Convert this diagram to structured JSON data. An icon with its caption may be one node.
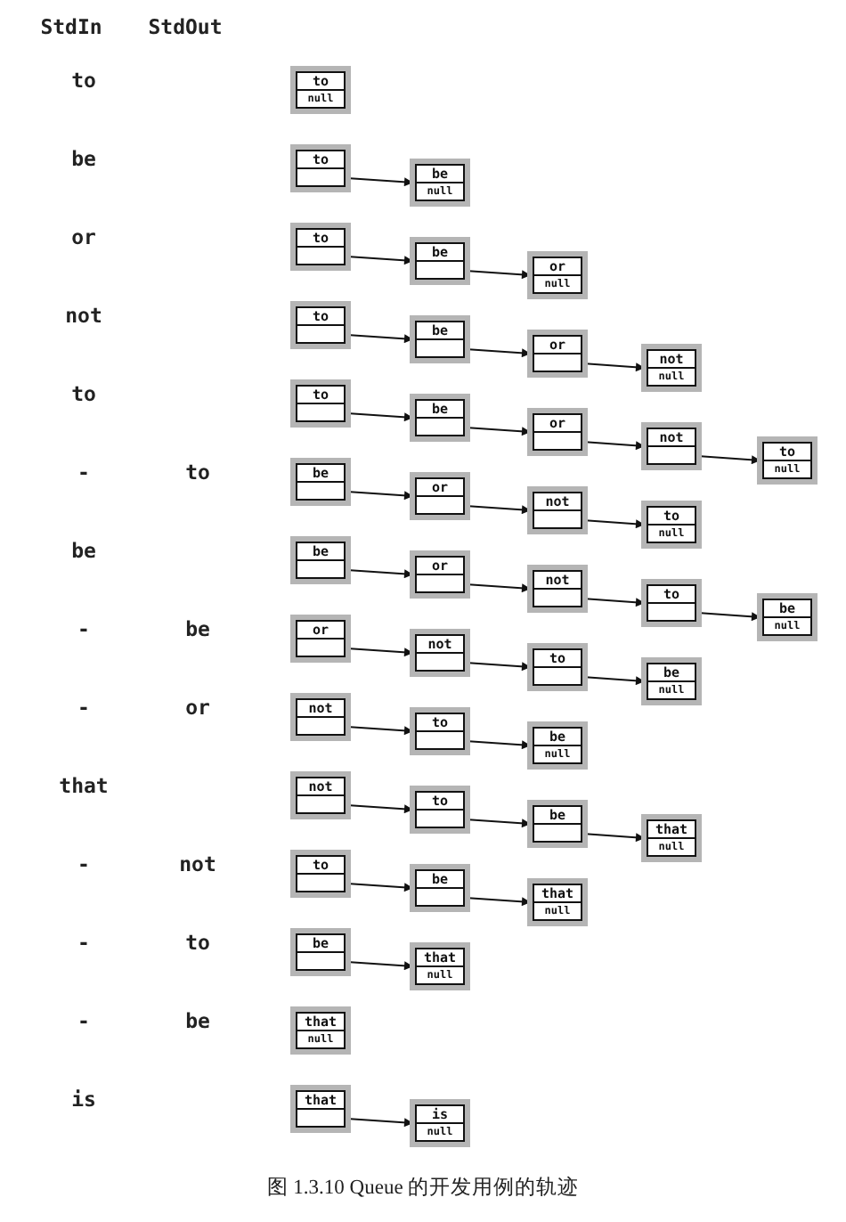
{
  "diagram": {
    "caption": "图 1.3.10 Queue 的开发用例的轨迹",
    "nodes": [
      {
        "text": [
          "to",
          "null"
        ]
      },
      {
        "text": [
          "to"
        ]
      },
      {
        "text": [
          "be",
          "null"
        ]
      },
      {
        "text": [
          "to"
        ]
      },
      {
        "text": [
          "be"
        ]
      },
      {
        "text": [
          "or",
          "null"
        ]
      },
      {
        "text": [
          "to"
        ]
      },
      {
        "text": [
          "be"
        ]
      },
      {
        "text": [
          "or"
        ]
      },
      {
        "text": [
          "not",
          "null"
        ]
      },
      {
        "text": [
          "to"
        ]
      },
      {
        "text": [
          "be"
        ]
      },
      {
        "text": [
          "or"
        ]
      },
      {
        "text": [
          "not"
        ]
      },
      {
        "text": [
          "to",
          "null"
        ]
      },
      {
        "text": [
          "be"
        ]
      },
      {
        "text": [
          "or"
        ]
      },
      {
        "text": [
          "not"
        ]
      },
      {
        "text": [
          "to",
          "null"
        ]
      },
      {
        "text": [
          "be"
        ]
      },
      {
        "text": [
          "or"
        ]
      },
      {
        "text": [
          "not"
        ]
      },
      {
        "text": [
          "to"
        ]
      },
      {
        "text": [
          "be",
          "null"
        ]
      },
      {
        "text": [
          "or"
        ]
      },
      {
        "text": [
          "not"
        ]
      },
      {
        "text": [
          "to"
        ]
      },
      {
        "text": [
          "be",
          "null"
        ]
      },
      {
        "text": [
          "not"
        ]
      },
      {
        "text": [
          "to"
        ]
      },
      {
        "text": [
          "be",
          "null"
        ]
      },
      {
        "text": [
          "not"
        ]
      },
      {
        "text": [
          "to"
        ]
      },
      {
        "text": [
          "be"
        ]
      },
      {
        "text": [
          "that",
          "null"
        ]
      },
      {
        "text": [
          "to"
        ]
      },
      {
        "text": [
          "be"
        ]
      },
      {
        "text": [
          "that",
          "null"
        ]
      },
      {
        "text": [
          "be"
        ]
      },
      {
        "text": [
          "that",
          "null"
        ]
      },
      {
        "text": [
          "that",
          "null"
        ]
      },
      {
        "text": [
          "that"
        ]
      },
      {
        "text": [
          "is",
          "null"
        ]
      }
    ],
    "edges": [
      {
        "from": 1,
        "to": 2,
        "arrow": "to"
      },
      {
        "from": 3,
        "to": 4,
        "arrow": "to"
      },
      {
        "from": 4,
        "to": 5,
        "arrow": "to"
      },
      {
        "from": 6,
        "to": 7,
        "arrow": "to"
      },
      {
        "from": 7,
        "to": 8,
        "arrow": "to"
      },
      {
        "from": 8,
        "to": 9,
        "arrow": "to"
      },
      {
        "from": 10,
        "to": 11,
        "arrow": "to"
      },
      {
        "from": 11,
        "to": 12,
        "arrow": "to"
      },
      {
        "from": 12,
        "to": 13,
        "arrow": "to"
      },
      {
        "from": 13,
        "to": 14,
        "arrow": "to"
      },
      {
        "from": 15,
        "to": 16,
        "arrow": "to"
      },
      {
        "from": 16,
        "to": 17,
        "arrow": "to"
      },
      {
        "from": 17,
        "to": 18,
        "arrow": "to"
      },
      {
        "from": 19,
        "to": 20,
        "arrow": "to"
      },
      {
        "from": 20,
        "to": 21,
        "arrow": "to"
      },
      {
        "from": 21,
        "to": 22,
        "arrow": "to"
      },
      {
        "from": 22,
        "to": 23,
        "arrow": "to"
      },
      {
        "from": 24,
        "to": 25,
        "arrow": "to"
      },
      {
        "from": 25,
        "to": 26,
        "arrow": "to"
      },
      {
        "from": 26,
        "to": 27,
        "arrow": "to"
      },
      {
        "from": 28,
        "to": 29,
        "arrow": "to"
      },
      {
        "from": 29,
        "to": 30,
        "arrow": "to"
      },
      {
        "from": 31,
        "to": 32,
        "arrow": "to"
      },
      {
        "from": 32,
        "to": 33,
        "arrow": "to"
      },
      {
        "from": 33,
        "to": 34,
        "arrow": "to"
      },
      {
        "from": 35,
        "to": 36,
        "arrow": "to"
      },
      {
        "from": 36,
        "to": 37,
        "arrow": "to"
      },
      {
        "from": 38,
        "to": 39,
        "arrow": "to"
      },
      {
        "from": 41,
        "to": 42,
        "arrow": "to"
      }
    ],
    "labels": [
      "StdIn",
      "StdOut",
      "to",
      "be",
      "or",
      "not",
      "to",
      "-",
      "to",
      "be",
      "-",
      "be",
      "-",
      "or",
      "that",
      "-",
      "not",
      "-",
      "to",
      "-",
      "be",
      "is"
    ]
  }
}
